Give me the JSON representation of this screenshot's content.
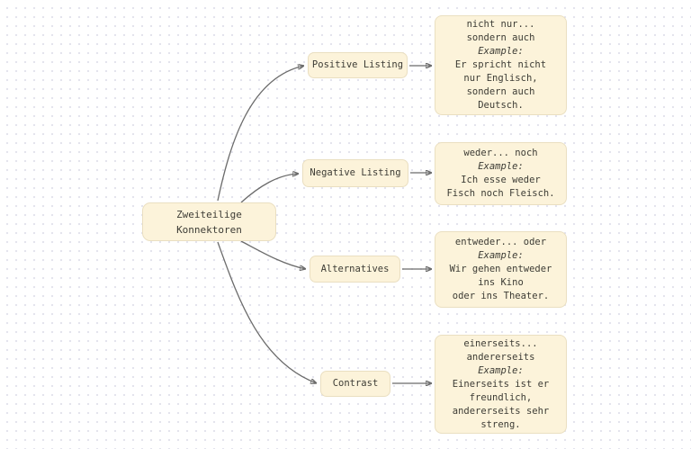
{
  "colors": {
    "background": "#ffffff",
    "dot_grid": "#e2e2ec",
    "node_fill": "#fcf3da",
    "node_border": "#eadfc1",
    "text": "#3d3c35",
    "arrow_line": "#6b6b6b",
    "arrowhead": "#1a1a1a"
  },
  "diagram": {
    "root": {
      "label": "Zweiteilige\nKonnektoren"
    },
    "branches": [
      {
        "label": "Positive Listing",
        "example": {
          "connector": "nicht nur...\nsondern auch",
          "example_label": "Example:",
          "sentence": "Er spricht nicht\nnur Englisch,\nsondern auch\nDeutsch."
        }
      },
      {
        "label": "Negative Listing",
        "example": {
          "connector": "weder... noch",
          "example_label": "Example:",
          "sentence": "Ich esse weder\nFisch noch Fleisch."
        }
      },
      {
        "label": "Alternatives",
        "example": {
          "connector": "entweder... oder",
          "example_label": "Example:",
          "sentence": "Wir gehen entweder\nins Kino\noder ins Theater."
        }
      },
      {
        "label": "Contrast",
        "example": {
          "connector": "einerseits...\nandererseits",
          "example_label": "Example:",
          "sentence": "Einerseits ist er\nfreundlich,\nandererseits sehr\nstreng."
        }
      }
    ]
  }
}
